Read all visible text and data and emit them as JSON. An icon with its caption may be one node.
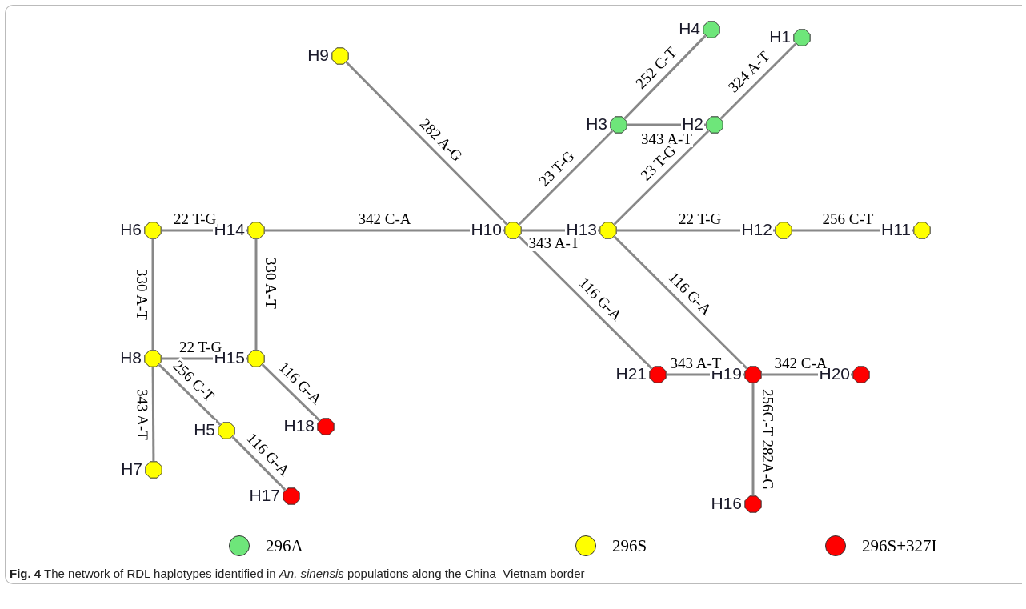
{
  "diagram": {
    "caption": "**Fig. 4** The network of RDL haplotypes identified in *An. sinensis* populations along the China–Vietnam border",
    "nodes": [
      {
        "text": [
          "H1"
        ]
      },
      {
        "text": [
          "H2"
        ]
      },
      {
        "text": [
          "H3"
        ]
      },
      {
        "text": [
          "H4"
        ]
      },
      {
        "text": [
          "H5"
        ]
      },
      {
        "text": [
          "H6"
        ]
      },
      {
        "text": [
          "H7"
        ]
      },
      {
        "text": [
          "H8"
        ]
      },
      {
        "text": [
          "H9"
        ]
      },
      {
        "text": [
          "H10"
        ]
      },
      {
        "text": [
          "H11"
        ]
      },
      {
        "text": [
          "H12"
        ]
      },
      {
        "text": [
          "H13"
        ]
      },
      {
        "text": [
          "H14"
        ]
      },
      {
        "text": [
          "H15"
        ]
      },
      {
        "text": [
          "H16"
        ]
      },
      {
        "text": [
          "H17"
        ]
      },
      {
        "text": [
          "H18"
        ]
      },
      {
        "text": [
          "H19"
        ]
      },
      {
        "text": [
          "H20"
        ]
      },
      {
        "text": [
          "H21"
        ]
      }
    ],
    "edges": [
      {
        "from": 8,
        "to": 9,
        "arrow": "none",
        "label": "282 A-G"
      },
      {
        "from": 9,
        "to": 2,
        "arrow": "none",
        "label": "23 T-G"
      },
      {
        "from": 2,
        "to": 3,
        "arrow": "none",
        "label": "252 C-T"
      },
      {
        "from": 2,
        "to": 1,
        "arrow": "none",
        "label": "343 A-T"
      },
      {
        "from": 1,
        "to": 0,
        "arrow": "none",
        "label": "324 A-T"
      },
      {
        "from": 12,
        "to": 1,
        "arrow": "none",
        "label": "23 T-G"
      },
      {
        "from": 13,
        "to": 9,
        "arrow": "none",
        "label": "342 C-A"
      },
      {
        "from": 5,
        "to": 13,
        "arrow": "none",
        "label": "22 T-G"
      },
      {
        "from": 9,
        "to": 12,
        "arrow": "none",
        "label": "343 A-T"
      },
      {
        "from": 12,
        "to": 11,
        "arrow": "none",
        "label": "22 T-G"
      },
      {
        "from": 11,
        "to": 10,
        "arrow": "none",
        "label": "256 C-T"
      },
      {
        "from": 12,
        "to": 18,
        "arrow": "none",
        "label": "116 G-A"
      },
      {
        "from": 9,
        "to": 20,
        "arrow": "none",
        "label": "116 G-A"
      },
      {
        "from": 20,
        "to": 18,
        "arrow": "none",
        "label": "343 A-T"
      },
      {
        "from": 18,
        "to": 19,
        "arrow": "none",
        "label": "342 C-A"
      },
      {
        "from": 18,
        "to": 15,
        "arrow": "none",
        "label": "256C-T 282A-G"
      },
      {
        "from": 5,
        "to": 7,
        "arrow": "none",
        "label": "330 A-T"
      },
      {
        "from": 13,
        "to": 14,
        "arrow": "none",
        "label": "330 A-T"
      },
      {
        "from": 7,
        "to": 14,
        "arrow": "none",
        "label": "22 T-G"
      },
      {
        "from": 14,
        "to": 17,
        "arrow": "none",
        "label": "116 G-A"
      },
      {
        "from": 7,
        "to": 6,
        "arrow": "none",
        "label": "343 A-T"
      },
      {
        "from": 7,
        "to": 4,
        "arrow": "none",
        "label": "256 C-T"
      },
      {
        "from": 4,
        "to": 16,
        "arrow": "none",
        "label": "116 G-A"
      }
    ],
    "legend": [
      {
        "text": "296A",
        "color": "#6ee67a"
      },
      {
        "text": "296S",
        "color": "#ffff00"
      },
      {
        "text": "296S+327I",
        "color": "#ff0000"
      }
    ]
  }
}
